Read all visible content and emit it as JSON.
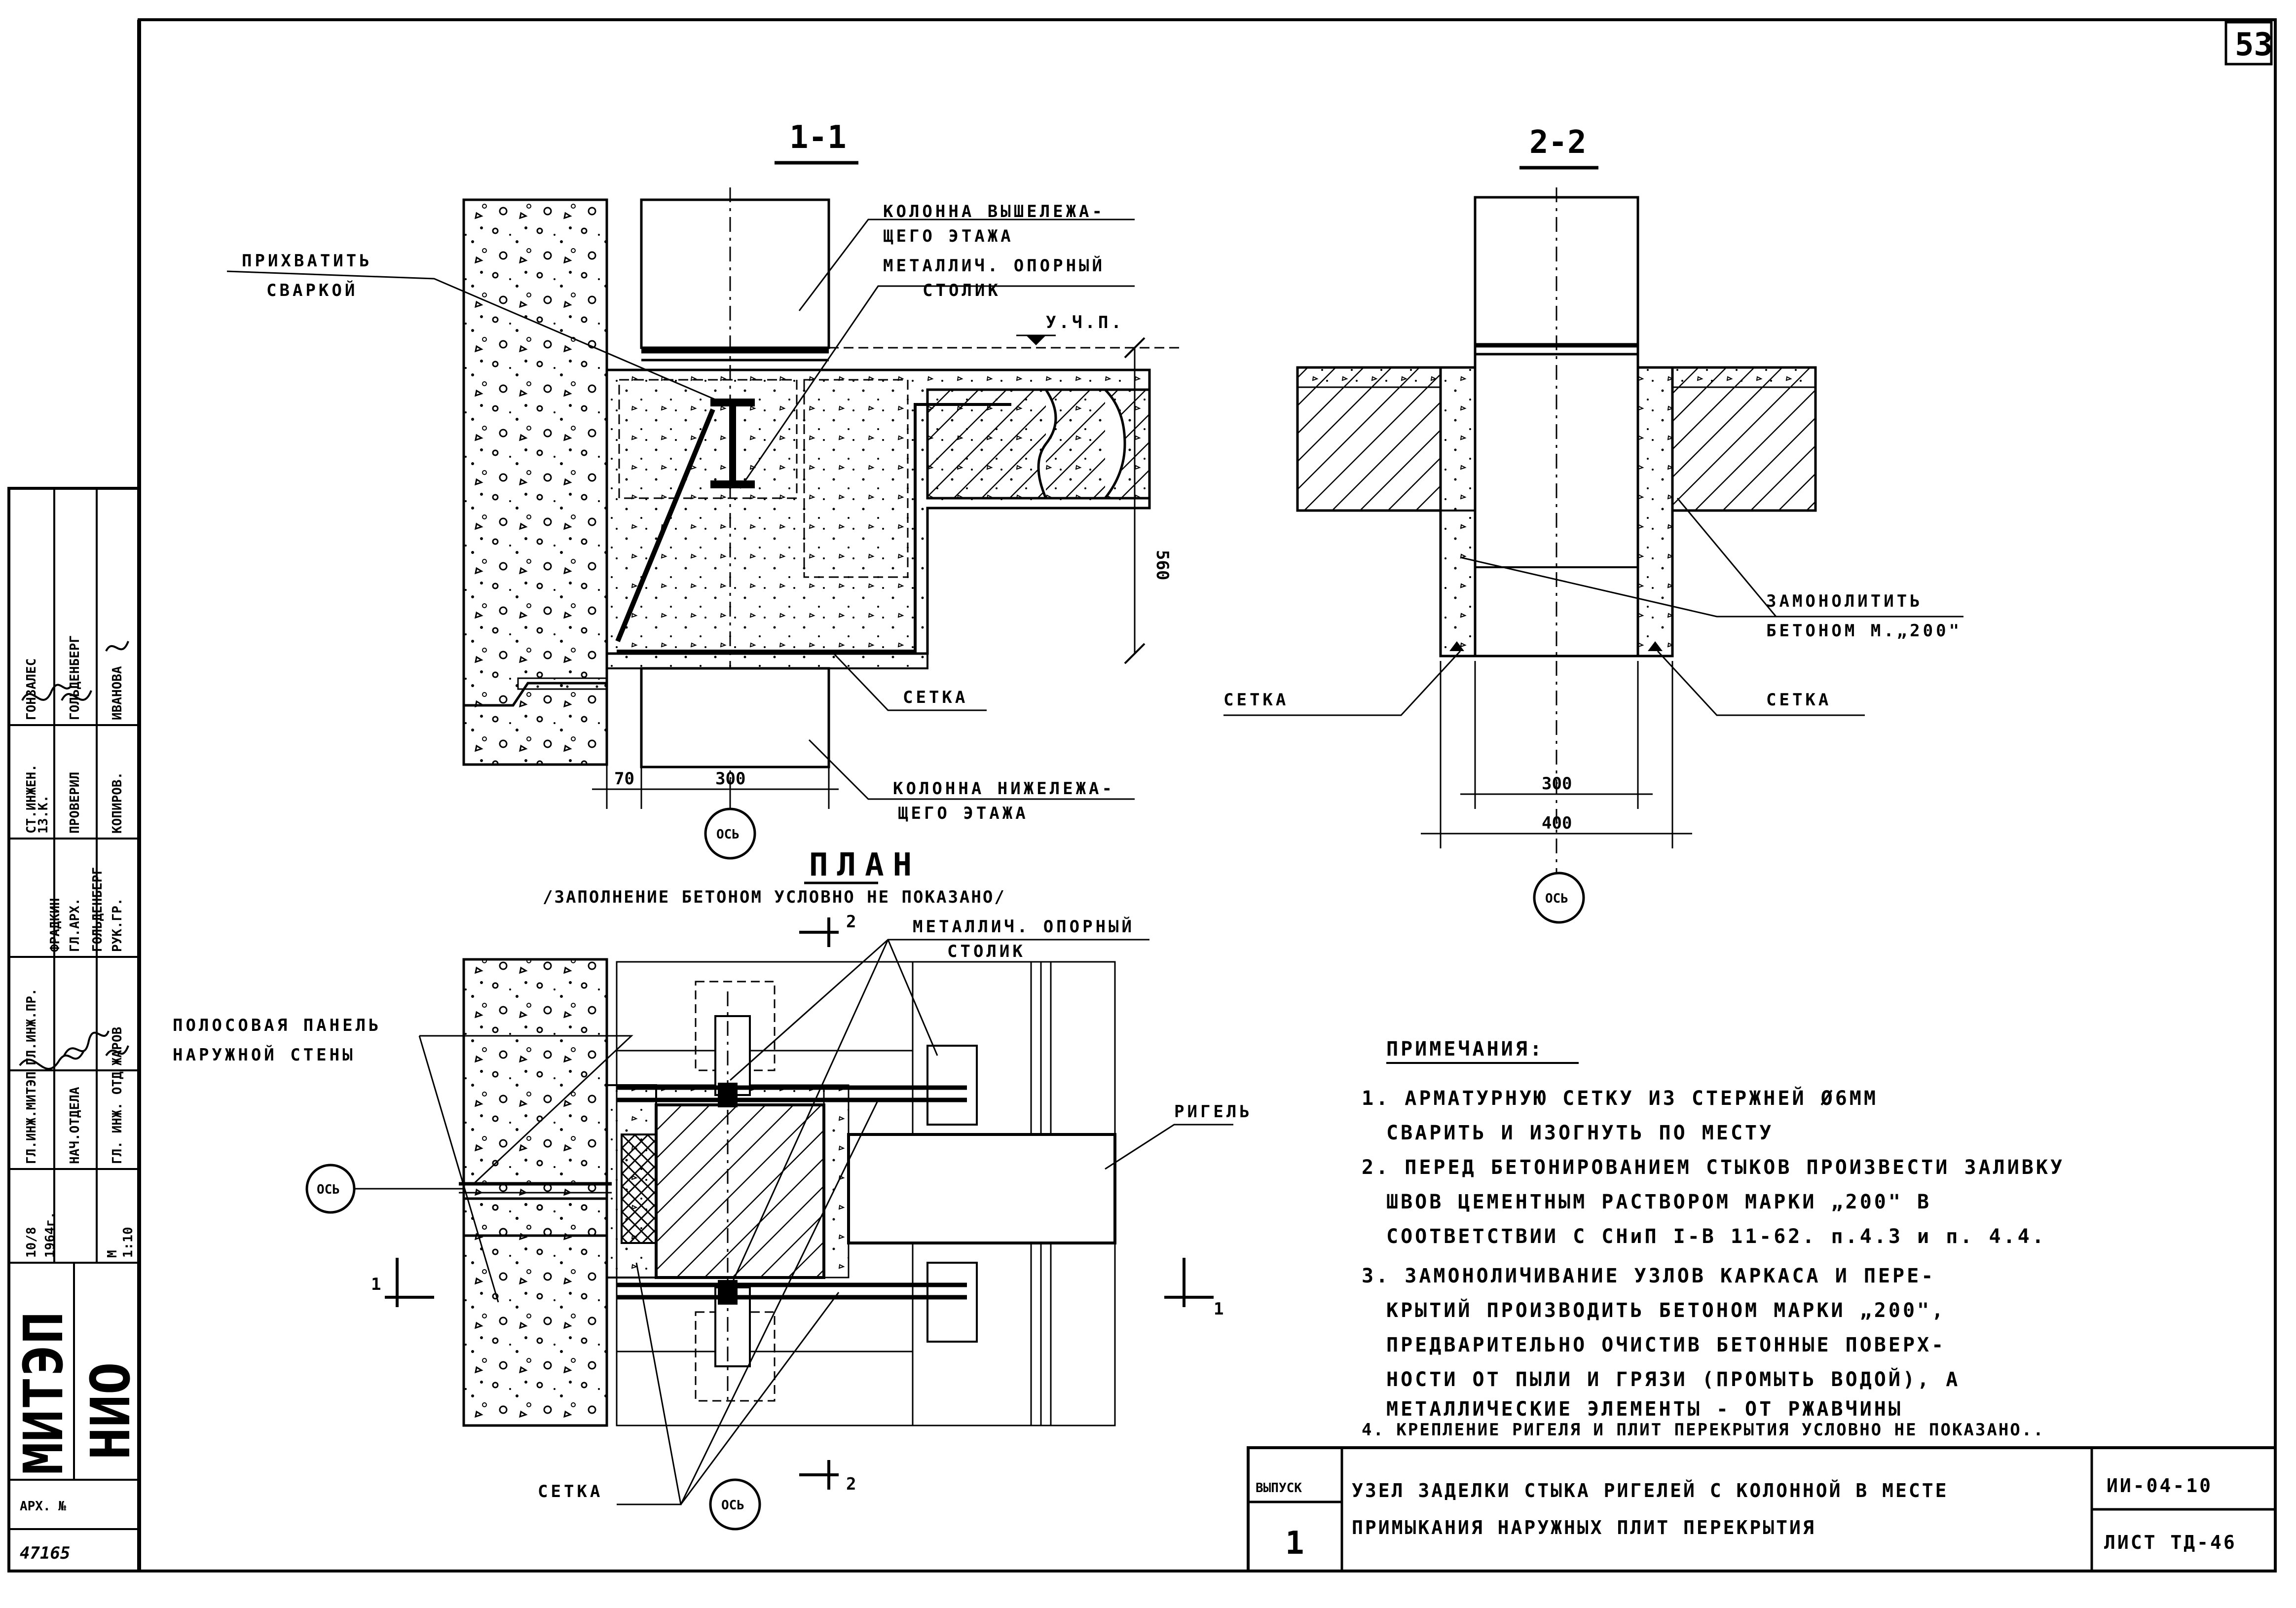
{
  "sheet_number": "53",
  "sections": {
    "s1_title": "1-1",
    "s2_title": "2-2",
    "plan_title": "ПЛАН",
    "plan_subtitle": "/ЗАПОЛНЕНИЕ БЕТОНОМ УСЛОВНО НЕ ПОКАЗАНО/"
  },
  "labels_s1": {
    "column_upper_1": "КОЛОННА ВЫШЕЛЕЖА-",
    "column_upper_2": "ЩЕГО ЭТАЖА",
    "metal_post_1": "МЕТАЛЛИЧ. ОПОРНЫЙ",
    "metal_post_2": "СТОЛИК",
    "weld_1": "ПРИХВАТИТЬ",
    "weld_2": "СВАРКОЙ",
    "ucp": "У.Ч.П.",
    "mesh": "СЕТКА",
    "column_lower_1": "КОЛОННА НИЖЕЛЕЖА-",
    "column_lower_2": "ЩЕГО ЭТАЖА",
    "dim_560": "560",
    "dim_70": "70",
    "dim_300": "300",
    "axis": "ОСЬ"
  },
  "labels_s2": {
    "monolith_1": "ЗАМОНОЛИТИТЬ",
    "monolith_2": "БЕТОНОМ М.„200\"",
    "mesh_left": "СЕТКА",
    "mesh_right": "СЕТКА",
    "dim_300": "300",
    "dim_400": "400",
    "axis": "ОСЬ"
  },
  "labels_plan": {
    "metal_post_1": "МЕТАЛЛИЧ. ОПОРНЫЙ",
    "metal_post_2": "СТОЛИК",
    "wall_panel_1": "ПОЛОСОВАЯ ПАНЕЛЬ",
    "wall_panel_2": "НАРУЖНОЙ СТЕНЫ",
    "rigel": "РИГЕЛЬ",
    "mesh": "СЕТКА",
    "axis_left": "ОСЬ",
    "axis_bottom": "ОСЬ",
    "cut1_left": "1",
    "cut1_right": "1",
    "cut2_top": "2",
    "cut2_bottom": "2"
  },
  "notes": {
    "title": "ПРИМЕЧАНИЯ:",
    "n1_l1": "1. АРМАТУРНУЮ СЕТКУ ИЗ СТЕРЖНЕЙ Ø6ММ",
    "n1_l2": "СВАРИТЬ И ИЗОГНУТЬ ПО МЕСТУ",
    "n2_l1": "2. ПЕРЕД БЕТОНИРОВАНИЕМ СТЫКОВ ПРОИЗВЕСТИ ЗАЛИВКУ",
    "n2_l2": "ШВОВ ЦЕМЕНТНЫМ РАСТВОРОМ МАРКИ „200\" В",
    "n2_l3": "СООТВЕТСТВИИ С СНиП I-В 11-62. п.4.3 и п. 4.4.",
    "n3_l1": "3. ЗАМОНОЛИЧИВАНИЕ УЗЛОВ КАРКАСА И ПЕРЕ-",
    "n3_l2": "КРЫТИЙ ПРОИЗВОДИТЬ БЕТОНОМ МАРКИ „200\",",
    "n3_l3": "ПРЕДВАРИТЕЛЬНО ОЧИСТИВ БЕТОННЫЕ ПОВЕРХ-",
    "n3_l4": "НОСТИ ОТ ПЫЛИ И ГРЯЗИ (ПРОМЫТЬ ВОДОЙ), А",
    "n3_l5": "МЕТАЛЛИЧЕСКИЕ ЭЛЕМЕНТЫ - ОТ РЖАВЧИНЫ",
    "n4": "4. КРЕПЛЕНИЕ РИГЕЛЯ И ПЛИТ ПЕРЕКРЫТИЯ УСЛОВНО НЕ ПОКАЗАНО.."
  },
  "title_block": {
    "issue_label": "ВЫПУСК",
    "issue_number": "1",
    "title_l1": "УЗЕЛ ЗАДЕЛКИ СТЫКА РИГЕЛЕЙ С КОЛОННОЙ В МЕСТЕ",
    "title_l2": "ПРИМЫКАНИЯ НАРУЖНЫХ ПЛИТ ПЕРЕКРЫТИЯ",
    "series": "ИИ-04-10",
    "sheet": "ЛИСТ ТД-46"
  },
  "side_stamp": {
    "org_1": "МИТЭП",
    "org_2": "НИО",
    "arch_label": "АРХ. №",
    "arch_number": "47165",
    "roles": [
      "ГЛ.ИНЖ.МИТЭП",
      "НАЧ.ОТДЕЛА",
      "ГЛ. ИНЖ. ОТД",
      "ГЛ.ИНЖ.ПР.",
      "ГЛ.АРХ.",
      "РУК.ГР.",
      "СТ.ИНЖЕН.",
      "ПРОВЕРИЛ",
      "КОПИРОВ."
    ],
    "names": [
      "ФРАДКИН",
      "ГОЛЬДЕНБЕРГ",
      "ЖАРОВ",
      "ГОНЗАЛЕС",
      "ГОЛЬДЕНБЕРГ",
      "ИВАНОВА"
    ],
    "date_1": "10/8",
    "date_2": "1964г.",
    "scale_label": "М",
    "scale": "1:10",
    "copy_mark": "13.К."
  }
}
